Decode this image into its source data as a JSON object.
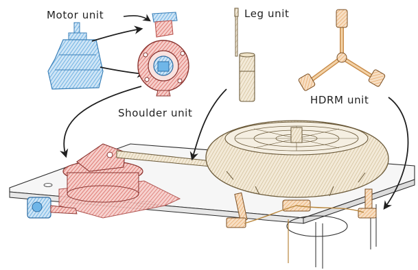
{
  "labels": {
    "motor_unit": "Motor unit",
    "leg_unit": "Leg unit",
    "hdrm_unit": "HDRM unit",
    "shoulder_unit": "Shoulder unit"
  },
  "colors": {
    "motor": "#5aa6de",
    "shoulder": "#d8615a",
    "leg": "#c9b48a",
    "hdrm": "#e8b27a",
    "outline": "#2a2a2a",
    "plate": "#f4f4f4"
  }
}
